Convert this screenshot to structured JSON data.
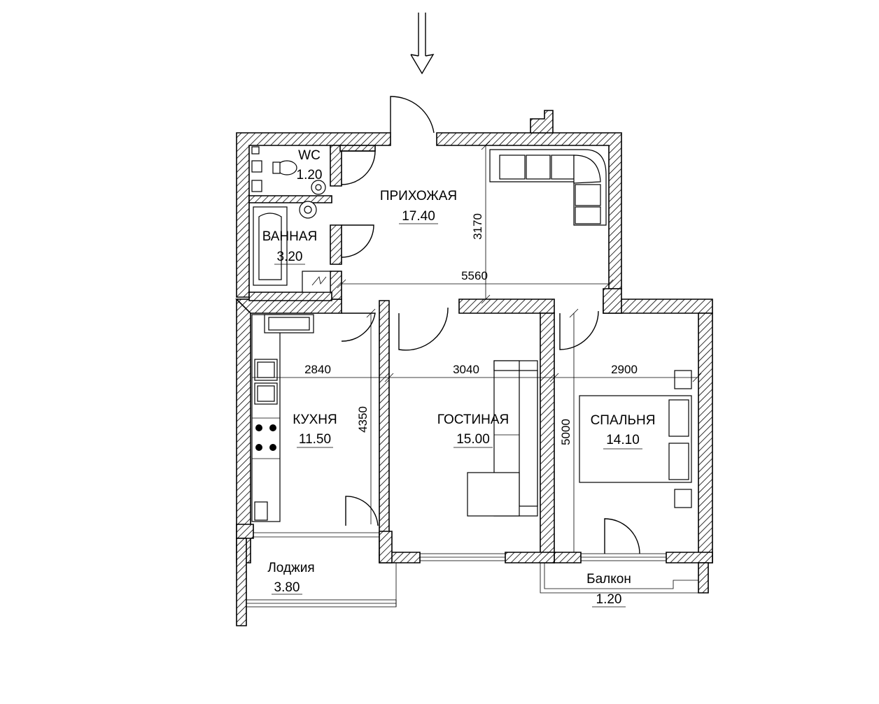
{
  "rooms": {
    "wc": {
      "name": "WC",
      "area": "1.20"
    },
    "bath": {
      "name": "ВАННАЯ",
      "area": "3.20"
    },
    "hall": {
      "name": "ПРИХОЖАЯ",
      "area": "17.40"
    },
    "kitchen": {
      "name": "КУХНЯ",
      "area": "11.50"
    },
    "living": {
      "name": "ГОСТИНАЯ",
      "area": "15.00"
    },
    "bedroom": {
      "name": "СПАЛЬНЯ",
      "area": "14.10"
    },
    "loggia": {
      "name": "Лоджия",
      "area": "3.80"
    },
    "balcony": {
      "name": "Балкон",
      "area": "1.20"
    }
  },
  "dimensions": {
    "hall_depth": "3170",
    "hall_width": "5560",
    "kitchen_width": "2840",
    "living_width": "3040",
    "bedroom_width": "2900",
    "kitchen_depth": "4350",
    "bedroom_depth": "5000"
  },
  "icons": {
    "entrance": "down-arrow-icon"
  }
}
